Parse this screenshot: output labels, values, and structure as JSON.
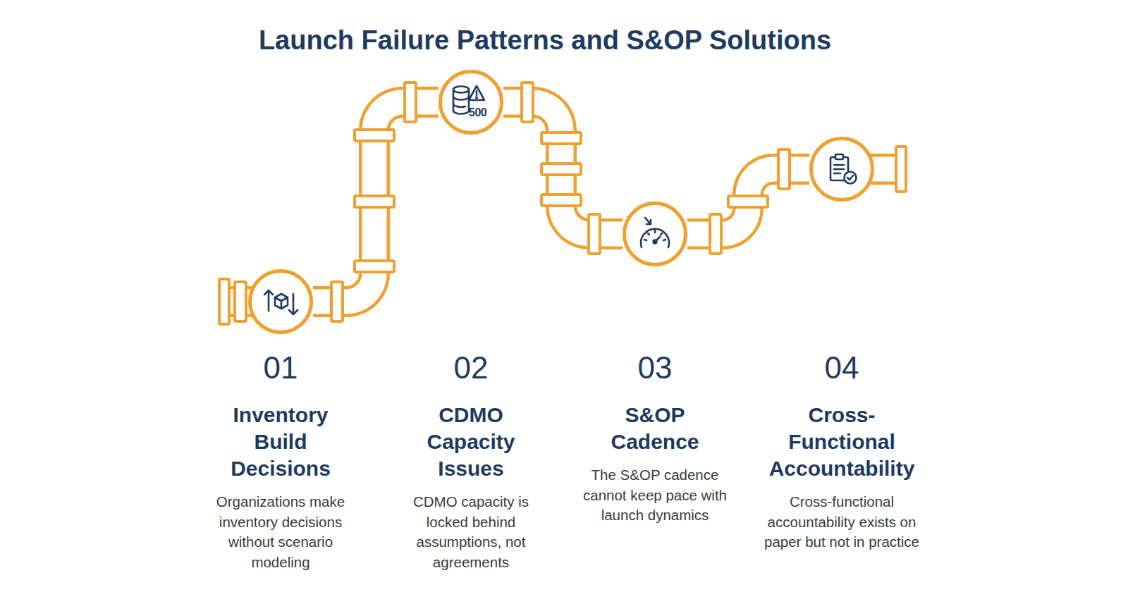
{
  "diagram": {
    "title": "Launch Failure Patterns and S&OP Solutions",
    "nodes": [
      {
        "text": [
          "01",
          "Inventory Build Decisions",
          "Organizations make inventory decisions without scenario modeling"
        ]
      },
      {
        "text": [
          "02",
          "CDMO Capacity Issues",
          "CDMO capacity is locked behind assumptions, not agreements"
        ]
      },
      {
        "text": [
          "03",
          "S&OP Cadence",
          "The S&OP cadence cannot keep pace with launch dynamics"
        ]
      },
      {
        "text": [
          "04",
          "Cross-Functional Accountability",
          "Cross-functional accountability exists on paper but not in practice"
        ]
      }
    ],
    "edges": [
      {
        "from": 0,
        "to": 1,
        "arrow": "none"
      },
      {
        "from": 1,
        "to": 2,
        "arrow": "none"
      },
      {
        "from": 2,
        "to": 3,
        "arrow": "none"
      }
    ],
    "labels": [
      "500"
    ]
  }
}
